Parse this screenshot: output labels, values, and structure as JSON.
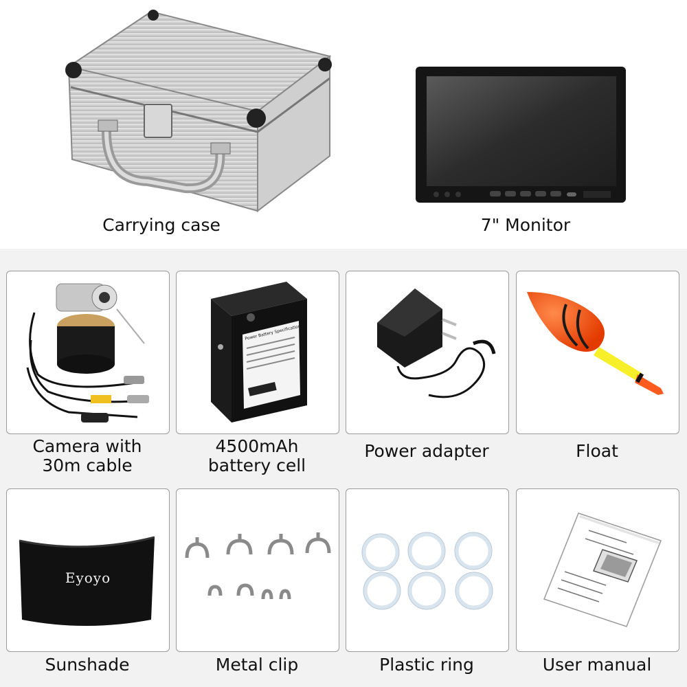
{
  "top_items": [
    {
      "label": "Carrying case",
      "icon": "carrying-case-icon"
    },
    {
      "label": "7\" Monitor",
      "icon": "monitor-icon"
    }
  ],
  "grid_items": [
    {
      "line1": "Camera with",
      "line2": "30m cable",
      "icon": "camera-icon"
    },
    {
      "line1": "4500mAh",
      "line2": "battery cell",
      "icon": "battery-icon"
    },
    {
      "line1": "Power adapter",
      "icon": "power-adapter-icon"
    },
    {
      "line1": "Float",
      "icon": "float-icon"
    },
    {
      "line1": "Sunshade",
      "icon": "sunshade-icon"
    },
    {
      "line1": "Metal clip",
      "icon": "metal-clip-icon"
    },
    {
      "line1": "Plastic ring",
      "icon": "plastic-ring-icon"
    },
    {
      "line1": "User manual",
      "icon": "user-manual-icon"
    }
  ],
  "sunshade_brand": "Eyoyo",
  "battery_label_title": "Power Battery Specifications",
  "colors": {
    "bottom_bg": "#f2f2f2",
    "card_border": "#9a9a9a",
    "float_orange": "#ff5a1f",
    "float_yellow": "#f6ef2a"
  }
}
